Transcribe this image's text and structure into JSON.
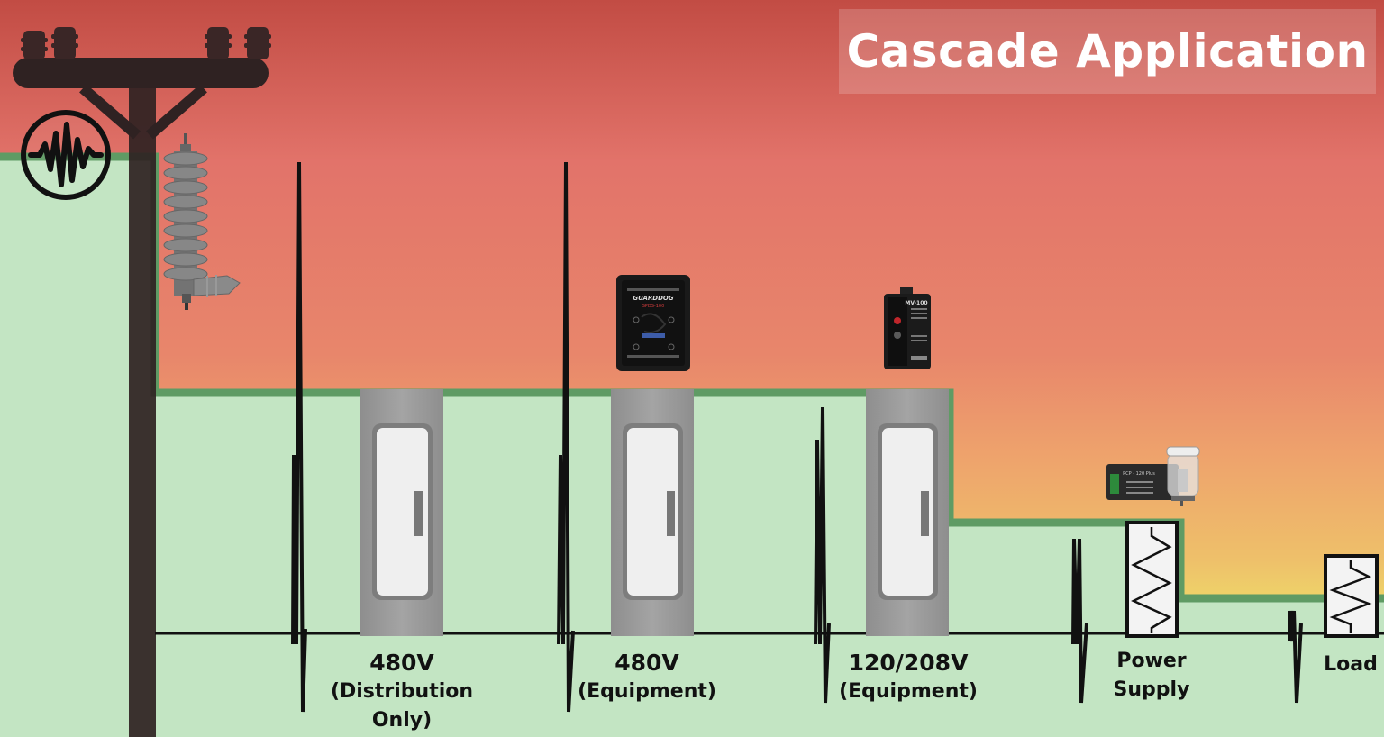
{
  "title": "Cascade Application",
  "icons": {
    "logo": "waveform-circle-icon",
    "pole": "utility-pole-icon",
    "arrester": "surge-arrester-icon",
    "guarddog": "guarddog-spd-device",
    "mv100": "mv-100-spd-device",
    "pcp": "pcp-120-plus-device",
    "resistor": "resistor-icon"
  },
  "colors": {
    "sky_top": "#c24c44",
    "sky_mid": "#e2736a",
    "sky_low": "#eea36c",
    "sky_bottom": "#ede468",
    "ground": "#c3e5c3",
    "ground_edge": "#5f9b64",
    "pole": "#2f2222",
    "panel": "#9c9c9c"
  },
  "devices": {
    "guarddog": {
      "brand": "GUARDDOG",
      "model": "SPDS-100"
    },
    "mv100": {
      "model": "MV-100"
    },
    "pcp": {
      "model": "PCP - 120 Plus"
    }
  },
  "stages": [
    {
      "line1": "480V",
      "line2": "(Distribution Only)"
    },
    {
      "line1": "480V",
      "line2": "(Equipment)"
    },
    {
      "line1": "120/208V",
      "line2": "(Equipment)"
    },
    {
      "line1": "Power",
      "line2": "Supply"
    },
    {
      "line1": "Load",
      "line2": ""
    }
  ]
}
